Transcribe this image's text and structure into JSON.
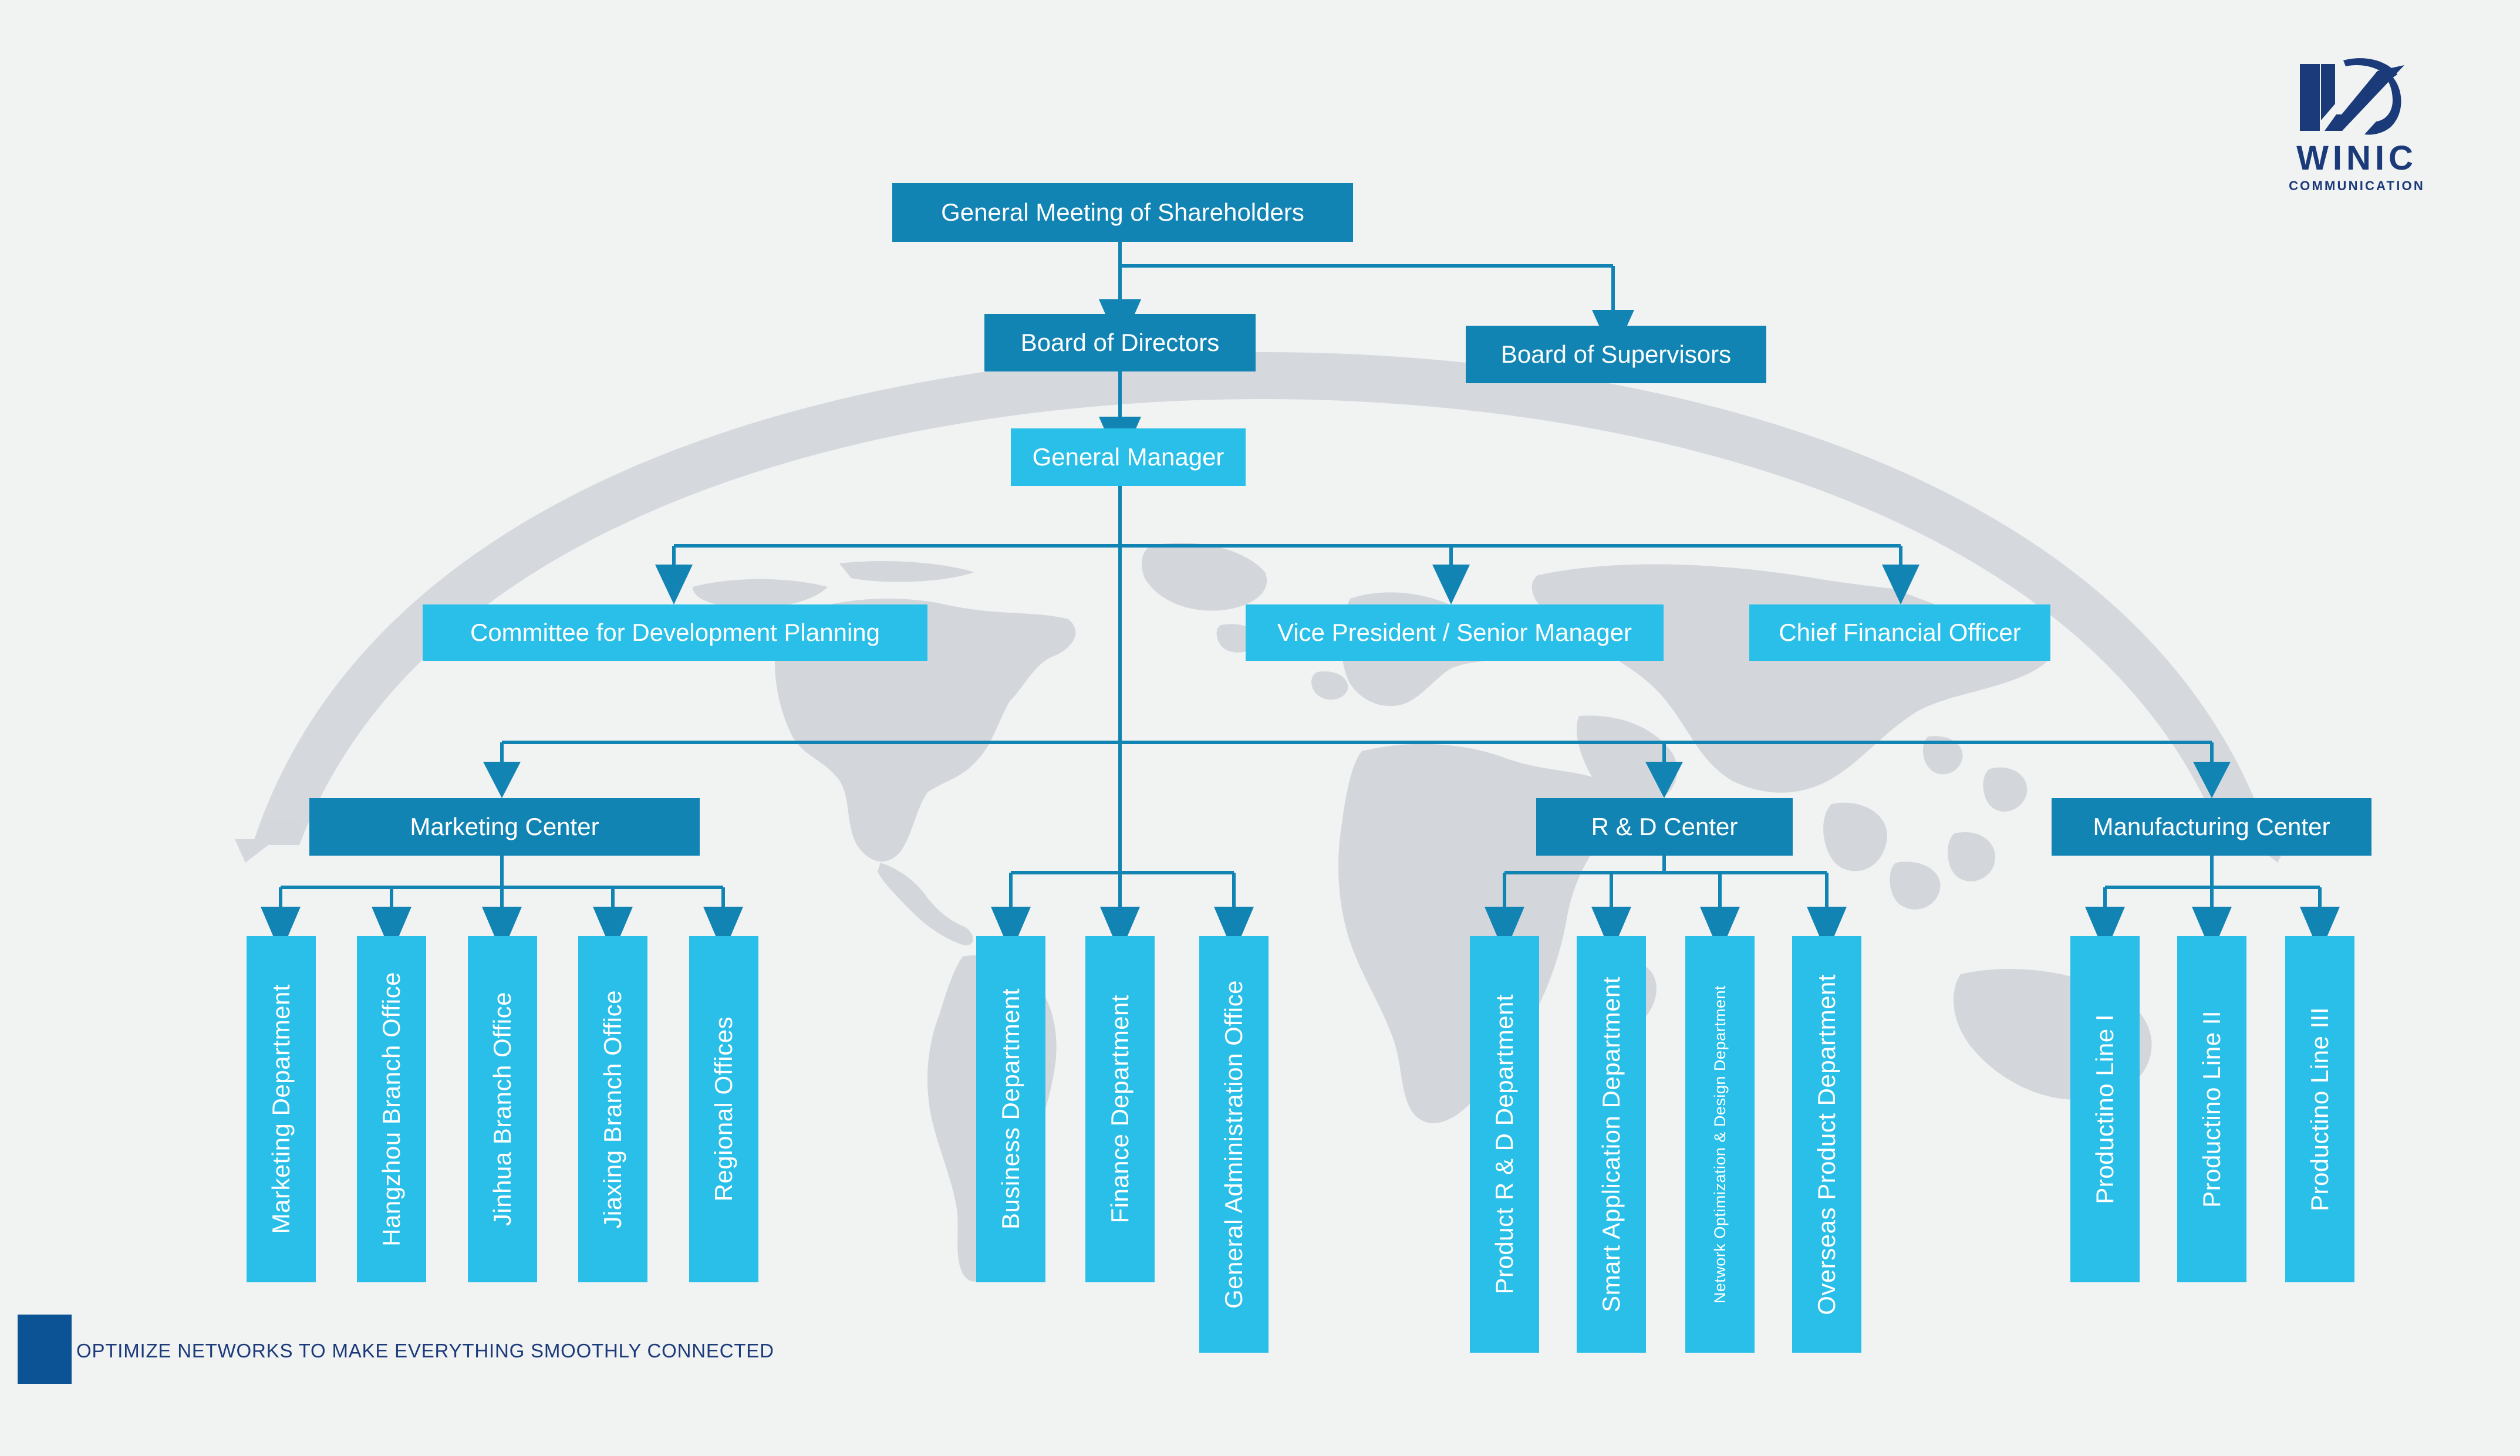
{
  "brand": {
    "logo_mark": "winic-monogram-icon",
    "wordmark": "WINIC",
    "subwordmark": "COMMUNICATION",
    "logo_color": "#1b3a7a"
  },
  "colors": {
    "background": "#f1f2f2",
    "dark_blue": "#1184b4",
    "light_cyan": "#29bfe8",
    "connector": "#1184b4",
    "map_grey": "#d3d7dc",
    "footer_navy": "#0b5394",
    "footer_text": "#1b3a7a"
  },
  "footer": {
    "tagline": "OPTIMIZE NETWORKS TO MAKE EVERYTHING SMOOTHLY CONNECTED"
  },
  "chart_data": {
    "type": "org-chart",
    "title": "Organizational Structure",
    "levels": 5,
    "nodes": [
      {
        "id": "gms",
        "label": "General Meeting of Shareholders",
        "level": 1,
        "style": "dark",
        "orientation": "horizontal"
      },
      {
        "id": "bod",
        "label": "Board of Directors",
        "level": 2,
        "style": "dark",
        "orientation": "horizontal"
      },
      {
        "id": "bos",
        "label": "Board of Supervisors",
        "level": 2,
        "style": "dark",
        "orientation": "horizontal"
      },
      {
        "id": "gm",
        "label": "General Manager",
        "level": 3,
        "style": "light",
        "orientation": "horizontal"
      },
      {
        "id": "cdp",
        "label": "Committee for Development Planning",
        "level": 4,
        "style": "light",
        "orientation": "horizontal"
      },
      {
        "id": "vp",
        "label": "Vice President / Senior Manager",
        "level": 4,
        "style": "light",
        "orientation": "horizontal"
      },
      {
        "id": "cfo",
        "label": "Chief Financial Officer",
        "level": 4,
        "style": "light",
        "orientation": "horizontal"
      },
      {
        "id": "mkc",
        "label": "Marketing Center",
        "level": 5,
        "style": "dark",
        "orientation": "horizontal"
      },
      {
        "id": "rdc",
        "label": "R & D Center",
        "level": 5,
        "style": "dark",
        "orientation": "horizontal"
      },
      {
        "id": "mfc",
        "label": "Manufacturing Center",
        "level": 5,
        "style": "dark",
        "orientation": "horizontal"
      },
      {
        "id": "mkd",
        "label": "Marketing Department",
        "level": 6,
        "style": "light",
        "orientation": "vertical"
      },
      {
        "id": "hzb",
        "label": "Hangzhou Branch Office",
        "level": 6,
        "style": "light",
        "orientation": "vertical"
      },
      {
        "id": "jhb",
        "label": "Jinhua Branch Office",
        "level": 6,
        "style": "light",
        "orientation": "vertical"
      },
      {
        "id": "jxb",
        "label": "Jiaxing Branch Office",
        "level": 6,
        "style": "light",
        "orientation": "vertical"
      },
      {
        "id": "rgo",
        "label": "Regional Offices",
        "level": 6,
        "style": "light",
        "orientation": "vertical"
      },
      {
        "id": "bzd",
        "label": "Business Department",
        "level": 6,
        "style": "light",
        "orientation": "vertical"
      },
      {
        "id": "fnd",
        "label": "Finance Department",
        "level": 6,
        "style": "light",
        "orientation": "vertical"
      },
      {
        "id": "gao",
        "label": "General Administration Office",
        "level": 6,
        "style": "light",
        "orientation": "vertical"
      },
      {
        "id": "prd",
        "label": "Product R & D Department",
        "level": 6,
        "style": "light",
        "orientation": "vertical"
      },
      {
        "id": "sap",
        "label": "Smart Application Department",
        "level": 6,
        "style": "light",
        "orientation": "vertical"
      },
      {
        "id": "nod",
        "label": "Network Optimization & Design Department",
        "level": 6,
        "style": "light",
        "orientation": "vertical",
        "font": "small"
      },
      {
        "id": "opd",
        "label": "Overseas Product Department",
        "level": 6,
        "style": "light",
        "orientation": "vertical"
      },
      {
        "id": "pl1",
        "label": "Productino Line I",
        "level": 6,
        "style": "light",
        "orientation": "vertical"
      },
      {
        "id": "pl2",
        "label": "Productino Line II",
        "level": 6,
        "style": "light",
        "orientation": "vertical"
      },
      {
        "id": "pl3",
        "label": "Productino Line III",
        "level": 6,
        "style": "light",
        "orientation": "vertical"
      }
    ],
    "edges": [
      [
        "gms",
        "bod"
      ],
      [
        "gms",
        "bos"
      ],
      [
        "bod",
        "gm"
      ],
      [
        "gm",
        "cdp"
      ],
      [
        "gm",
        "vp"
      ],
      [
        "gm",
        "cfo"
      ],
      [
        "gm",
        "mkc"
      ],
      [
        "gm",
        "rdc"
      ],
      [
        "gm",
        "mfc"
      ],
      [
        "mkc",
        "mkd"
      ],
      [
        "mkc",
        "hzb"
      ],
      [
        "mkc",
        "jhb"
      ],
      [
        "mkc",
        "jxb"
      ],
      [
        "mkc",
        "rgo"
      ],
      [
        "gm",
        "bzd"
      ],
      [
        "gm",
        "fnd"
      ],
      [
        "gm",
        "gao"
      ],
      [
        "rdc",
        "prd"
      ],
      [
        "rdc",
        "sap"
      ],
      [
        "rdc",
        "nod"
      ],
      [
        "rdc",
        "opd"
      ],
      [
        "mfc",
        "pl1"
      ],
      [
        "mfc",
        "pl2"
      ],
      [
        "mfc",
        "pl3"
      ]
    ]
  }
}
